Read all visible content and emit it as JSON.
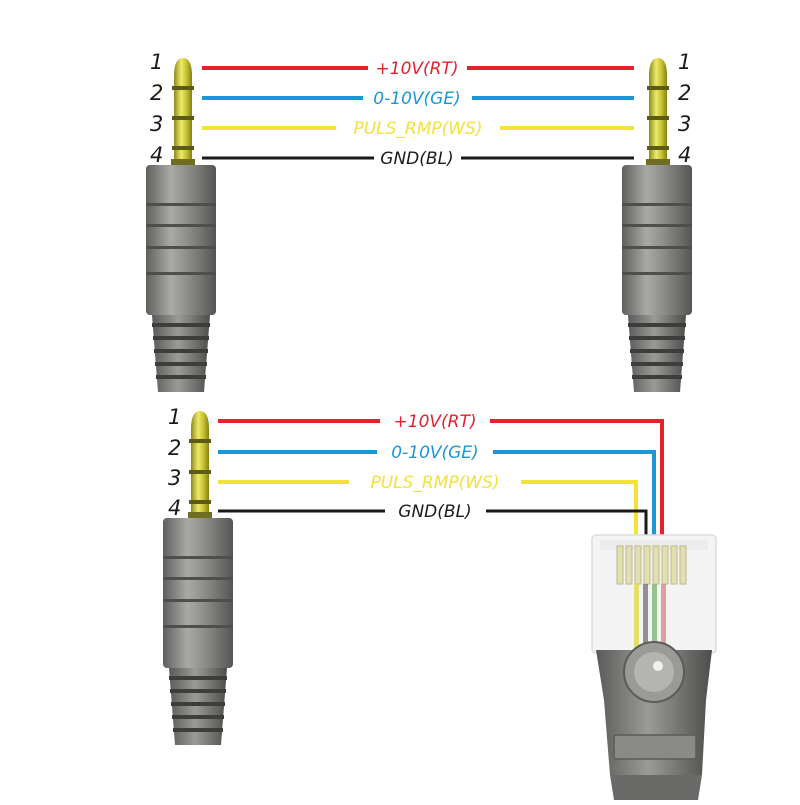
{
  "colors": {
    "red": "#e2232b",
    "blue": "#1a97d5",
    "yellow": "#f2e23a",
    "black": "#1a1a1a",
    "plug_body": "#8e8e8c",
    "plug_tip": "#c9c431",
    "rj_housing": "#f3f3f3",
    "rj_boot": "#7d7d7b"
  },
  "diagrams": [
    {
      "id": "jack-to-jack",
      "left_pins": [
        "1",
        "2",
        "3",
        "4"
      ],
      "right_pins": [
        "1",
        "2",
        "3",
        "4"
      ],
      "wires": [
        {
          "pin": "1",
          "label": "+10V(RT)",
          "color": "red"
        },
        {
          "pin": "2",
          "label": "0-10V(GE)",
          "color": "blue"
        },
        {
          "pin": "3",
          "label": "PULS_RMP(WS)",
          "color": "yellow"
        },
        {
          "pin": "4",
          "label": "GND(BL)",
          "color": "black"
        }
      ]
    },
    {
      "id": "jack-to-rj",
      "left_pins": [
        "1",
        "2",
        "3",
        "4"
      ],
      "wires": [
        {
          "pin": "1",
          "label": "+10V(RT)",
          "color": "red"
        },
        {
          "pin": "2",
          "label": "0-10V(GE)",
          "color": "blue"
        },
        {
          "pin": "3",
          "label": "PULS_RMP(WS)",
          "color": "yellow"
        },
        {
          "pin": "4",
          "label": "GND(BL)",
          "color": "black"
        }
      ]
    }
  ]
}
